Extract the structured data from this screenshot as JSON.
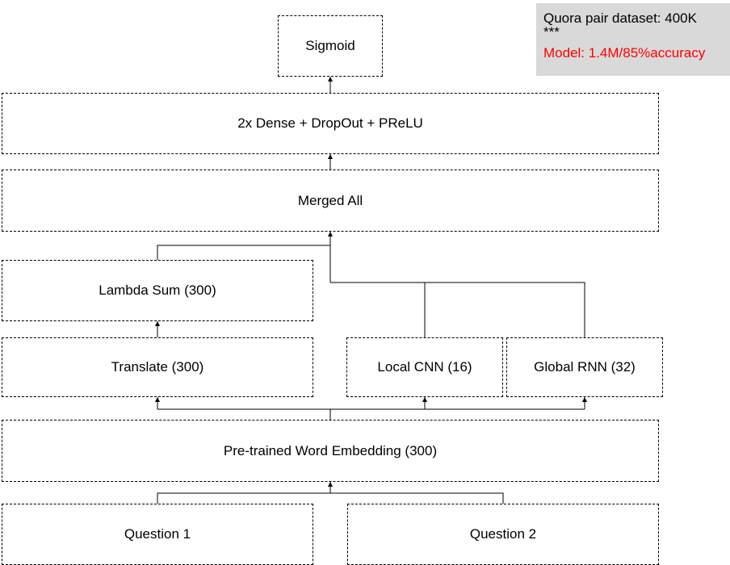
{
  "nodes": {
    "sigmoid": "Sigmoid",
    "dense": "2x Dense + DropOut + PReLU",
    "merged": "Merged All",
    "lambda": "Lambda Sum (300)",
    "translate": "Translate (300)",
    "cnn": "Local CNN (16)",
    "rnn": "Global RNN (32)",
    "embedding": "Pre-trained Word Embedding (300)",
    "q1": "Question 1",
    "q2": "Question 2"
  },
  "note": {
    "line1": "Quora pair dataset: 400K",
    "line2": "***",
    "line3": "Model: 1.4M/85%accuracy",
    "line3_color": "#ff0000"
  }
}
